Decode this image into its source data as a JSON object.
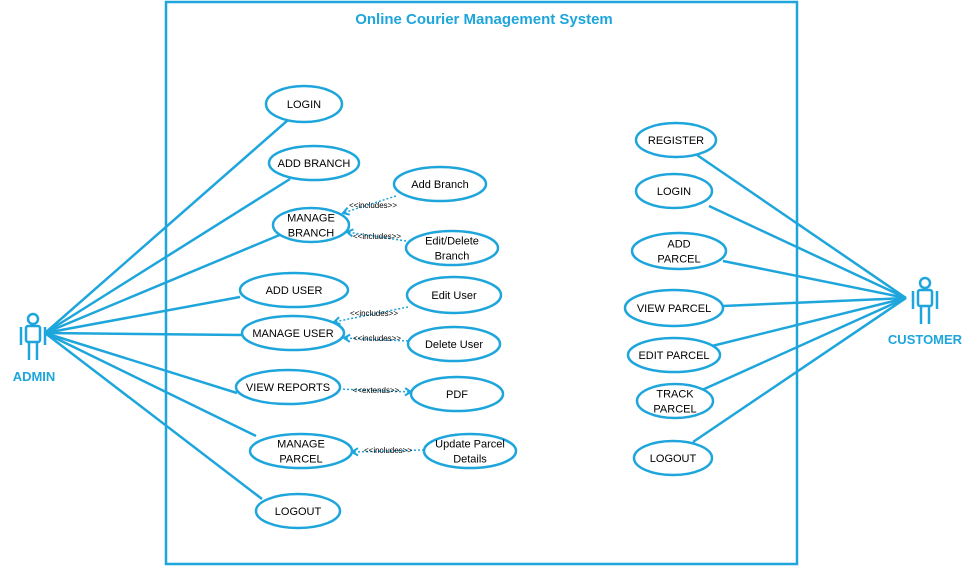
{
  "colors": {
    "accent": "#1ea6dc",
    "text": "#000000",
    "background": "#ffffff"
  },
  "system": {
    "title": "Online Courier Management System"
  },
  "actors": {
    "admin": {
      "label": "ADMIN",
      "icon": "stick-figure-icon"
    },
    "customer": {
      "label": "CUSTOMER",
      "icon": "stick-figure-icon"
    }
  },
  "use_cases": {
    "admin_login": [
      "LOGIN"
    ],
    "add_branch": [
      "ADD BRANCH"
    ],
    "manage_branch": [
      "MANAGE",
      "BRANCH"
    ],
    "add_branch_sub": [
      "Add Branch"
    ],
    "edit_delete_branch": [
      "Edit/Delete",
      "Branch"
    ],
    "add_user": [
      "ADD USER"
    ],
    "manage_user": [
      "MANAGE USER"
    ],
    "edit_user": [
      "Edit User"
    ],
    "delete_user": [
      "Delete User"
    ],
    "view_reports": [
      "VIEW REPORTS"
    ],
    "pdf": [
      "PDF"
    ],
    "manage_parcel": [
      "MANAGE",
      "PARCEL"
    ],
    "update_parcel_details": [
      "Update Parcel",
      "Details"
    ],
    "admin_logout": [
      "LOGOUT"
    ],
    "register": [
      "REGISTER"
    ],
    "customer_login": [
      "LOGIN"
    ],
    "add_parcel": [
      "ADD",
      "PARCEL"
    ],
    "view_parcel": [
      "VIEW PARCEL"
    ],
    "edit_parcel": [
      "EDIT PARCEL"
    ],
    "track_parcel": [
      "TRACK",
      "PARCEL"
    ],
    "customer_logout": [
      "LOGOUT"
    ]
  },
  "relationships": {
    "includes": "<<includes>>",
    "extends": "<<extends>>"
  }
}
